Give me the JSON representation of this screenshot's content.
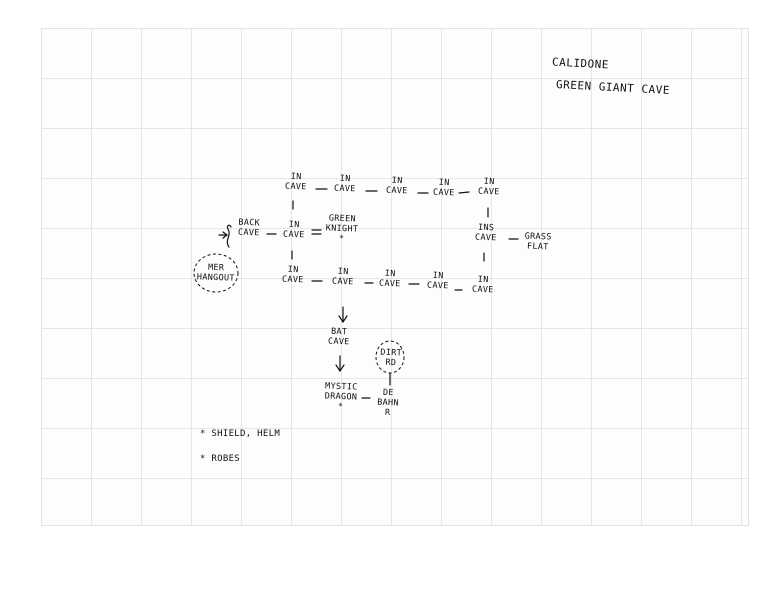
{
  "title": {
    "line1": "CALIDONE",
    "line2": "GREEN GIANT CAVE"
  },
  "nodes": {
    "top_1": "IN\nCAVE",
    "top_2": "IN\nCAVE",
    "top_3": "IN\nCAVE",
    "top_4": "IN\nCAVE",
    "top_5": "IN\nCAVE",
    "back_cave": "BACK\nCAVE",
    "mid_left": "IN\nCAVE",
    "green_knight": "GREEN\nKNIGHT\n*",
    "right_ins": "INS\nCAVE",
    "grass_flat": "GRASS\nFLAT",
    "mer_hangout": "MER\nHANGOUT",
    "bot_1": "IN\nCAVE",
    "bot_2": "IN\nCAVE",
    "bot_3": "IN\nCAVE",
    "bot_4": "IN\nCAVE",
    "bot_5": "IN\nCAVE",
    "bat_cave": "BAT\nCAVE",
    "mystic_dragon": "MYSTIC\nDRAGON\n*",
    "de_bahn": "DE\nBAHN\nR",
    "dirt_rd": "DIRT\nRD"
  },
  "legend": {
    "item1": "* SHIELD, HELM",
    "item2": "* ROBES"
  },
  "colors": {
    "ink": "#111111",
    "grid": "#e6e6e6",
    "paper": "#fdfdfd"
  }
}
